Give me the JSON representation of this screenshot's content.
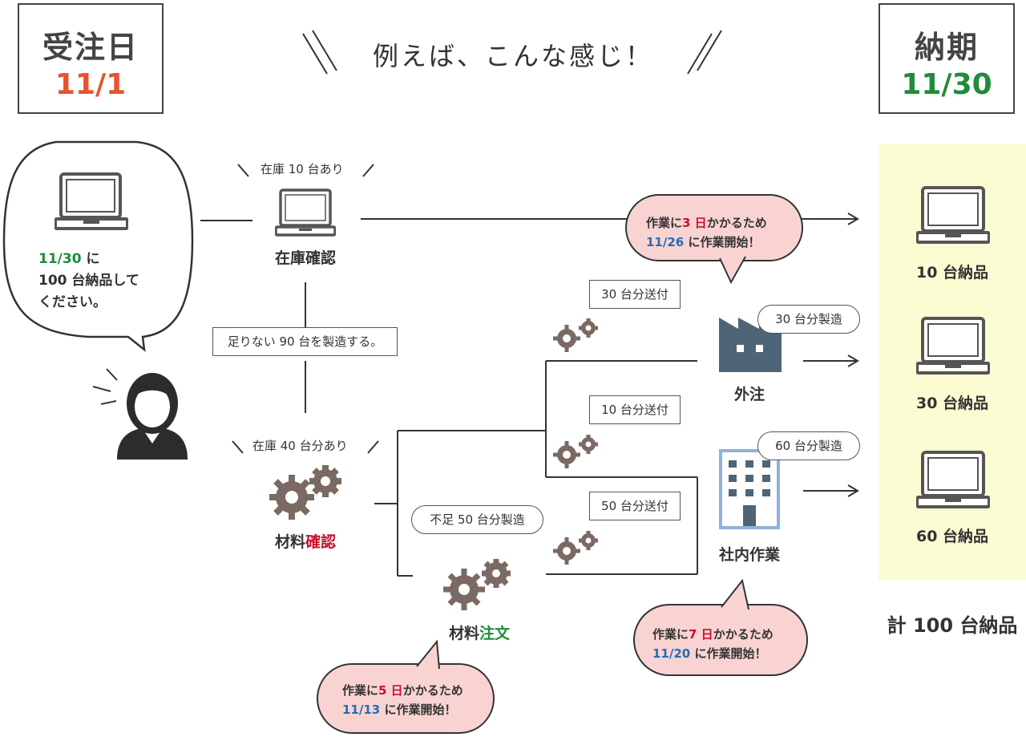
{
  "header": {
    "order_label": "受注日",
    "order_date": "11/1",
    "headline": "例えば、こんな感じ！",
    "due_label": "納期",
    "due_date": "11/30"
  },
  "customer": {
    "request_date": "11/30",
    "request_particle": "に",
    "request_line2": "100 台納品して",
    "request_line3": "ください。"
  },
  "stock_check": {
    "note": "在庫 10 台あり",
    "label": "在庫確認"
  },
  "shortage_note": "足りない 90 台を製造する。",
  "material_check": {
    "note": "在庫 40 台分あり",
    "label_a": "材料",
    "label_b": "確認"
  },
  "material_order": {
    "shortage_bubble": "不足 50 台分製造",
    "label_a": "材料",
    "label_b": "注文"
  },
  "shipments": {
    "send30": "30 台分送付",
    "send10": "10 台分送付",
    "send50": "50 台分送付"
  },
  "outsource": {
    "label": "外注",
    "produce": "30 台分製造"
  },
  "inhouse": {
    "label": "社内作業",
    "produce": "60 台分製造"
  },
  "bubble_top": {
    "pre": "作業に",
    "days": "3 日",
    "post": "かかるため",
    "date": "11/26",
    "start": "に作業開始！"
  },
  "bubble_mid": {
    "pre": "作業に",
    "days": "7 日",
    "post": "かかるため",
    "date": "11/20",
    "start": "に作業開始！"
  },
  "bubble_bottom": {
    "pre": "作業に",
    "days": "5 日",
    "post": "かかるため",
    "date": "11/13",
    "start": "に作業開始！"
  },
  "deliveries": {
    "d10": "10 台納品",
    "d30": "30 台納品",
    "d60": "60 台納品",
    "total": "計 100 台納品"
  },
  "colors": {
    "order_date": "#e6542b",
    "due_date": "#1f8c3a",
    "emphasis_red": "#c8102e",
    "date_blue": "#1f6fb5",
    "bubble_pink": "#f9d3d2",
    "panel_yellow": "#fbfcd2",
    "factory": "#4d6577",
    "building": "#8fb1dd",
    "gear": "#7a6a63"
  }
}
